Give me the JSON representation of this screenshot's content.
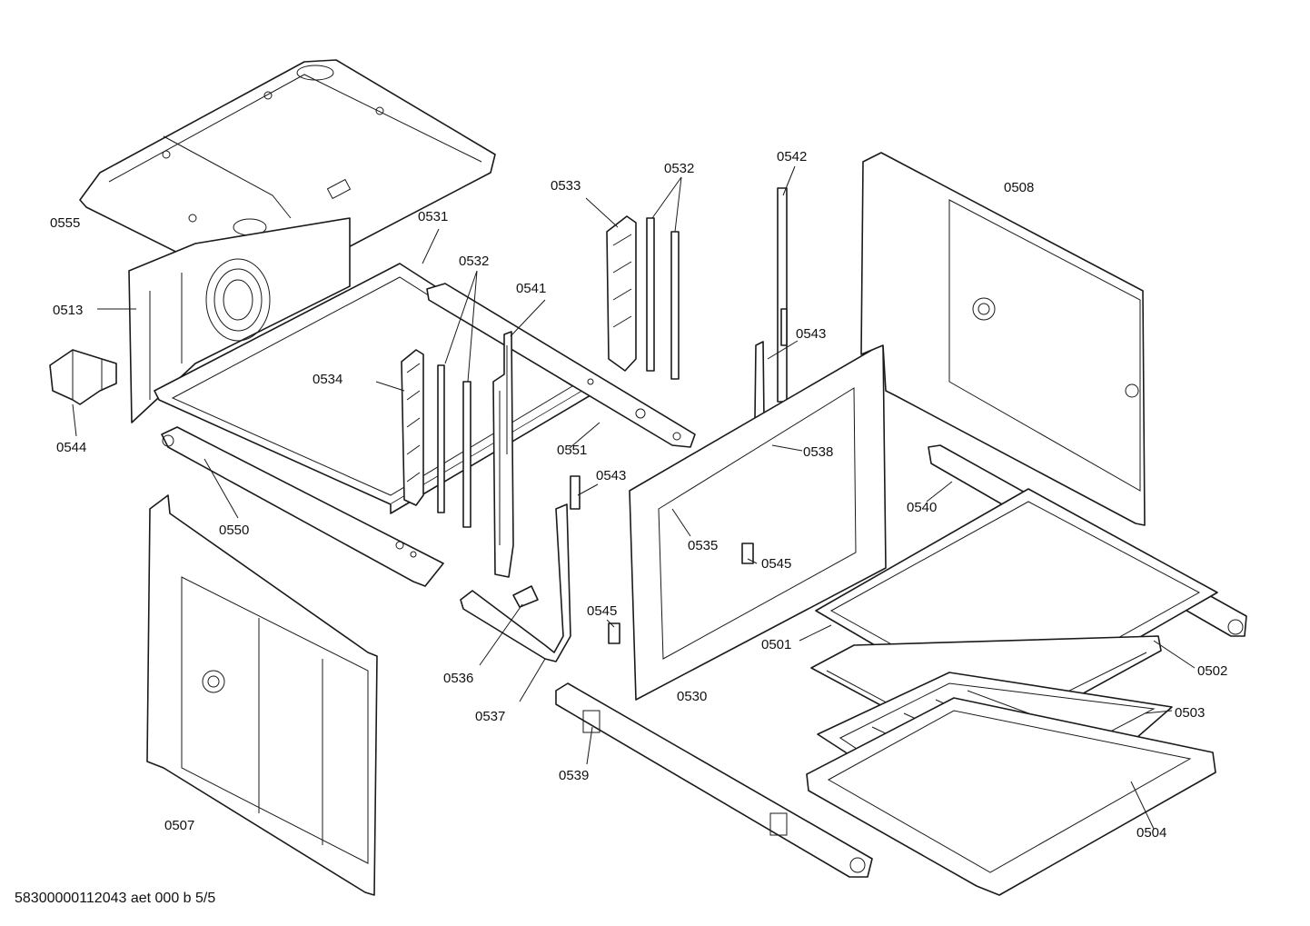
{
  "diagram": {
    "labels": {
      "p0501": "0501",
      "p0502": "0502",
      "p0503": "0503",
      "p0504": "0504",
      "p0507": "0507",
      "p0508": "0508",
      "p0513": "0513",
      "p0530": "0530",
      "p0531": "0531",
      "p0532a": "0532",
      "p0532b": "0532",
      "p0533": "0533",
      "p0534": "0534",
      "p0535": "0535",
      "p0536": "0536",
      "p0537": "0537",
      "p0538": "0538",
      "p0539": "0539",
      "p0540": "0540",
      "p0541": "0541",
      "p0542": "0542",
      "p0543a": "0543",
      "p0543b": "0543",
      "p0544": "0544",
      "p0545a": "0545",
      "p0545b": "0545",
      "p0550": "0550",
      "p0551": "0551",
      "p0555": "0555"
    },
    "doc_ref": "58300000112043 aet 000 b 5/5"
  }
}
